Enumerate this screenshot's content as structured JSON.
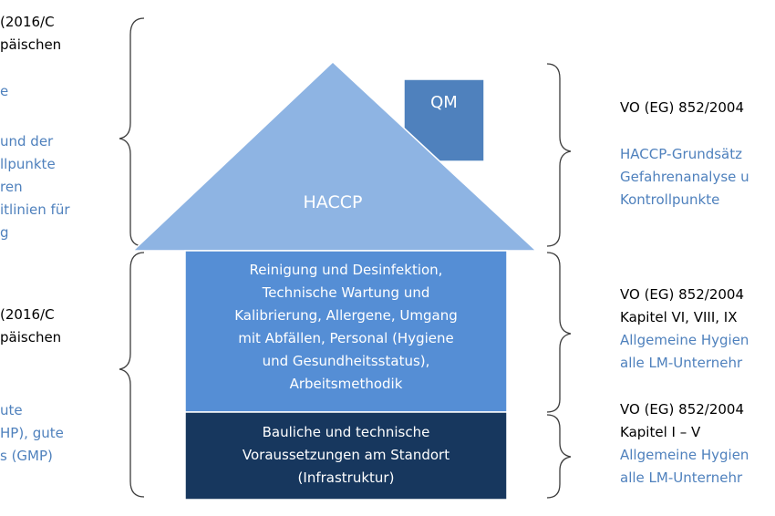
{
  "colors": {
    "roof": "#8eb4e3",
    "chimney": "#4f81bd",
    "middle": "#558ed5",
    "foundation": "#17375e",
    "brace": "#3c3c3c",
    "blue_text": "#4f81bd",
    "outline": "#ffffff"
  },
  "house": {
    "chimney_label": "QM",
    "roof_label": "HACCP",
    "middle_lines": [
      "Reinigung und Desinfektion,",
      "Technische Wartung und",
      "Kalibrierung, Allergene,  Umgang",
      "mit Abfällen, Personal (Hygiene",
      "und Gesundheitsstatus),",
      "Arbeitsmethodik"
    ],
    "foundation_lines": [
      "Bauliche und technische",
      "Voraussetzungen am Standort",
      "(Infrastruktur)"
    ]
  },
  "left": {
    "group1": {
      "black_lines": [
        "(2016/C",
        "päischen"
      ],
      "blue_lines": [
        "e",
        "und der",
        "llpunkte",
        "ren",
        "itlinien für",
        "g"
      ]
    },
    "group2": {
      "black_lines": [
        "(2016/C",
        "päischen"
      ],
      "blue_lines": [
        "ute",
        "HP), gute",
        "s (GMP)"
      ]
    }
  },
  "right": {
    "group1": {
      "title": "VO (EG) 852/2004",
      "blue_lines": [
        "HACCP-Grundsätz",
        "Gefahrenanalyse u",
        "Kontrollpunkte"
      ]
    },
    "group2": {
      "title": "VO (EG) 852/2004",
      "subtitle": "Kapitel VI, VIII,  IX",
      "blue_lines": [
        "Allgemeine Hygien",
        "alle LM-Unternehr"
      ]
    },
    "group3": {
      "title": "VO (EG) 852/2004",
      "subtitle": "Kapitel I – V",
      "blue_lines": [
        "Allgemeine Hygien",
        "alle LM-Unternehr"
      ]
    }
  }
}
